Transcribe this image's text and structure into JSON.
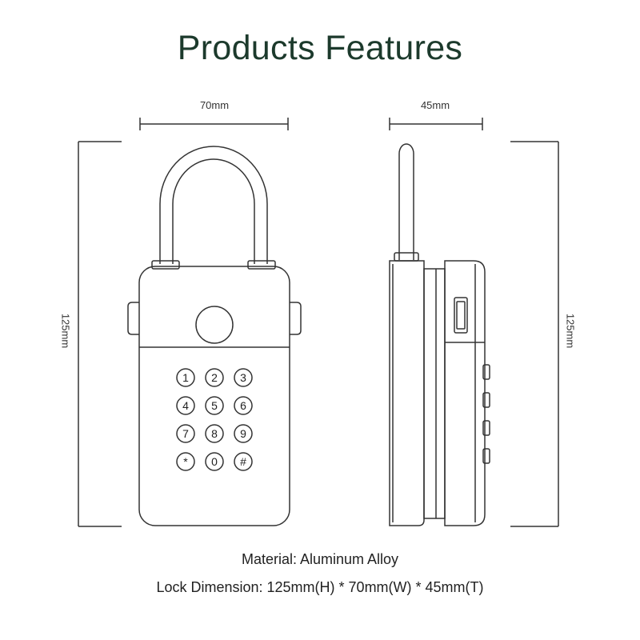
{
  "title": "Products Features",
  "dimensions": {
    "width": "70mm",
    "thickness": "45mm",
    "height_left": "125mm",
    "height_right": "125mm"
  },
  "keypad": [
    "1",
    "2",
    "3",
    "4",
    "5",
    "6",
    "7",
    "8",
    "9",
    "*",
    "0",
    "#"
  ],
  "specs": {
    "material": "Material: Aluminum Alloy",
    "dimension": "Lock Dimension: 125mm(H) * 70mm(W) * 45mm(T)"
  },
  "colors": {
    "title": "#1c3a2c",
    "line": "#333333"
  }
}
